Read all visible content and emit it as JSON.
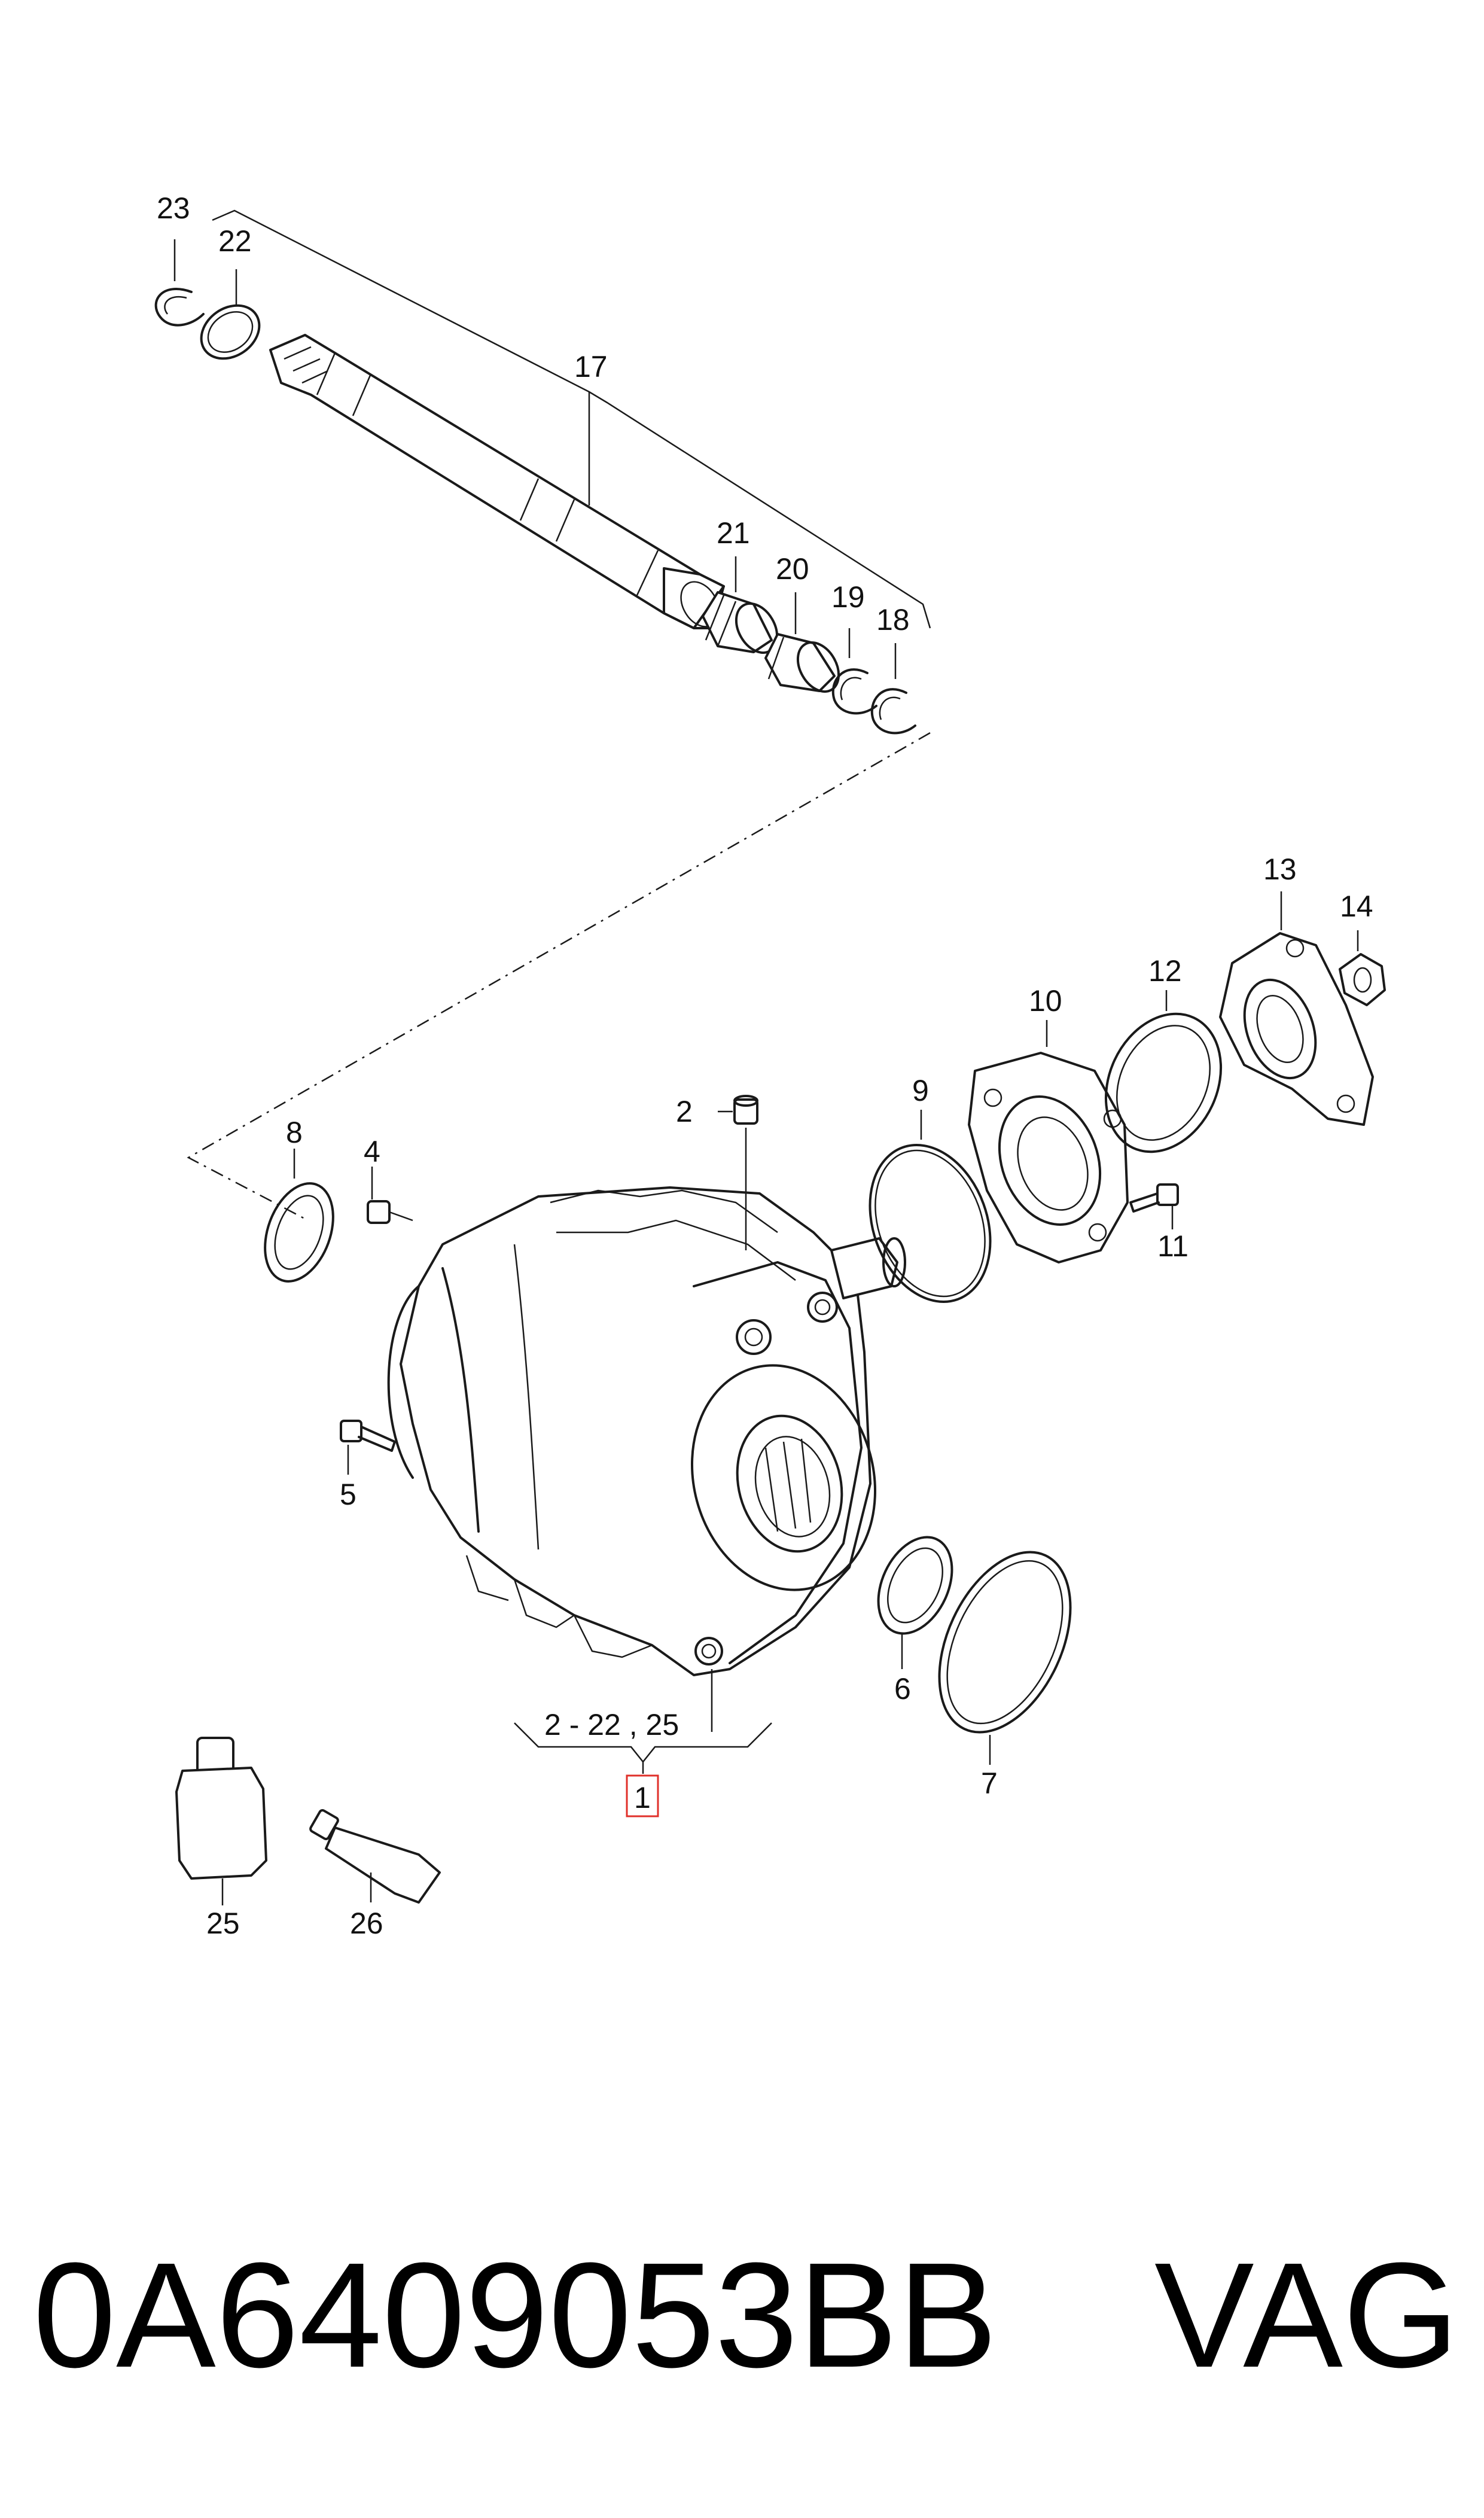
{
  "callouts": {
    "c1": "1",
    "c2": "2",
    "c4": "4",
    "c5": "5",
    "c6": "6",
    "c7": "7",
    "c8": "8",
    "c9": "9",
    "c10": "10",
    "c11": "11",
    "c12": "12",
    "c13": "13",
    "c14": "14",
    "c17": "17",
    "c18": "18",
    "c19": "19",
    "c20": "20",
    "c21": "21",
    "c22": "22",
    "c23": "23",
    "c25": "25",
    "c26": "26"
  },
  "group_range": "2 - 22 , 25",
  "footer": {
    "part_number": "0A6409053BB",
    "brand": "VAG"
  },
  "colors": {
    "line": "#1a1a1a",
    "highlight": "#e0302a"
  }
}
